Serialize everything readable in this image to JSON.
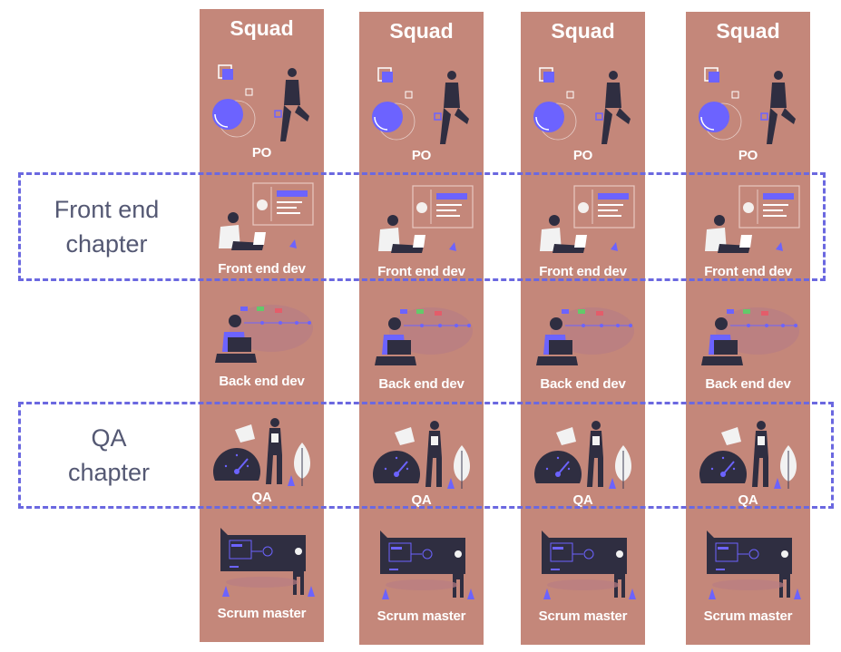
{
  "diagram": {
    "squad_label": "Squad",
    "roles": [
      {
        "key": "po",
        "label": "PO"
      },
      {
        "key": "frontend",
        "label": "Front end dev"
      },
      {
        "key": "backend",
        "label": "Back end dev"
      },
      {
        "key": "qa",
        "label": "QA"
      },
      {
        "key": "scrum",
        "label": "Scrum master"
      }
    ],
    "chapters": [
      {
        "label_line1": "Front end",
        "label_line2": "chapter"
      },
      {
        "label_line1": "QA",
        "label_line2": "chapter"
      }
    ],
    "colors": {
      "squad_fill": "#c4877a",
      "accent": "#6c63ff",
      "dark": "#2f2e41",
      "chapter_border": "#6b68e0",
      "chapter_text": "#545873"
    }
  }
}
